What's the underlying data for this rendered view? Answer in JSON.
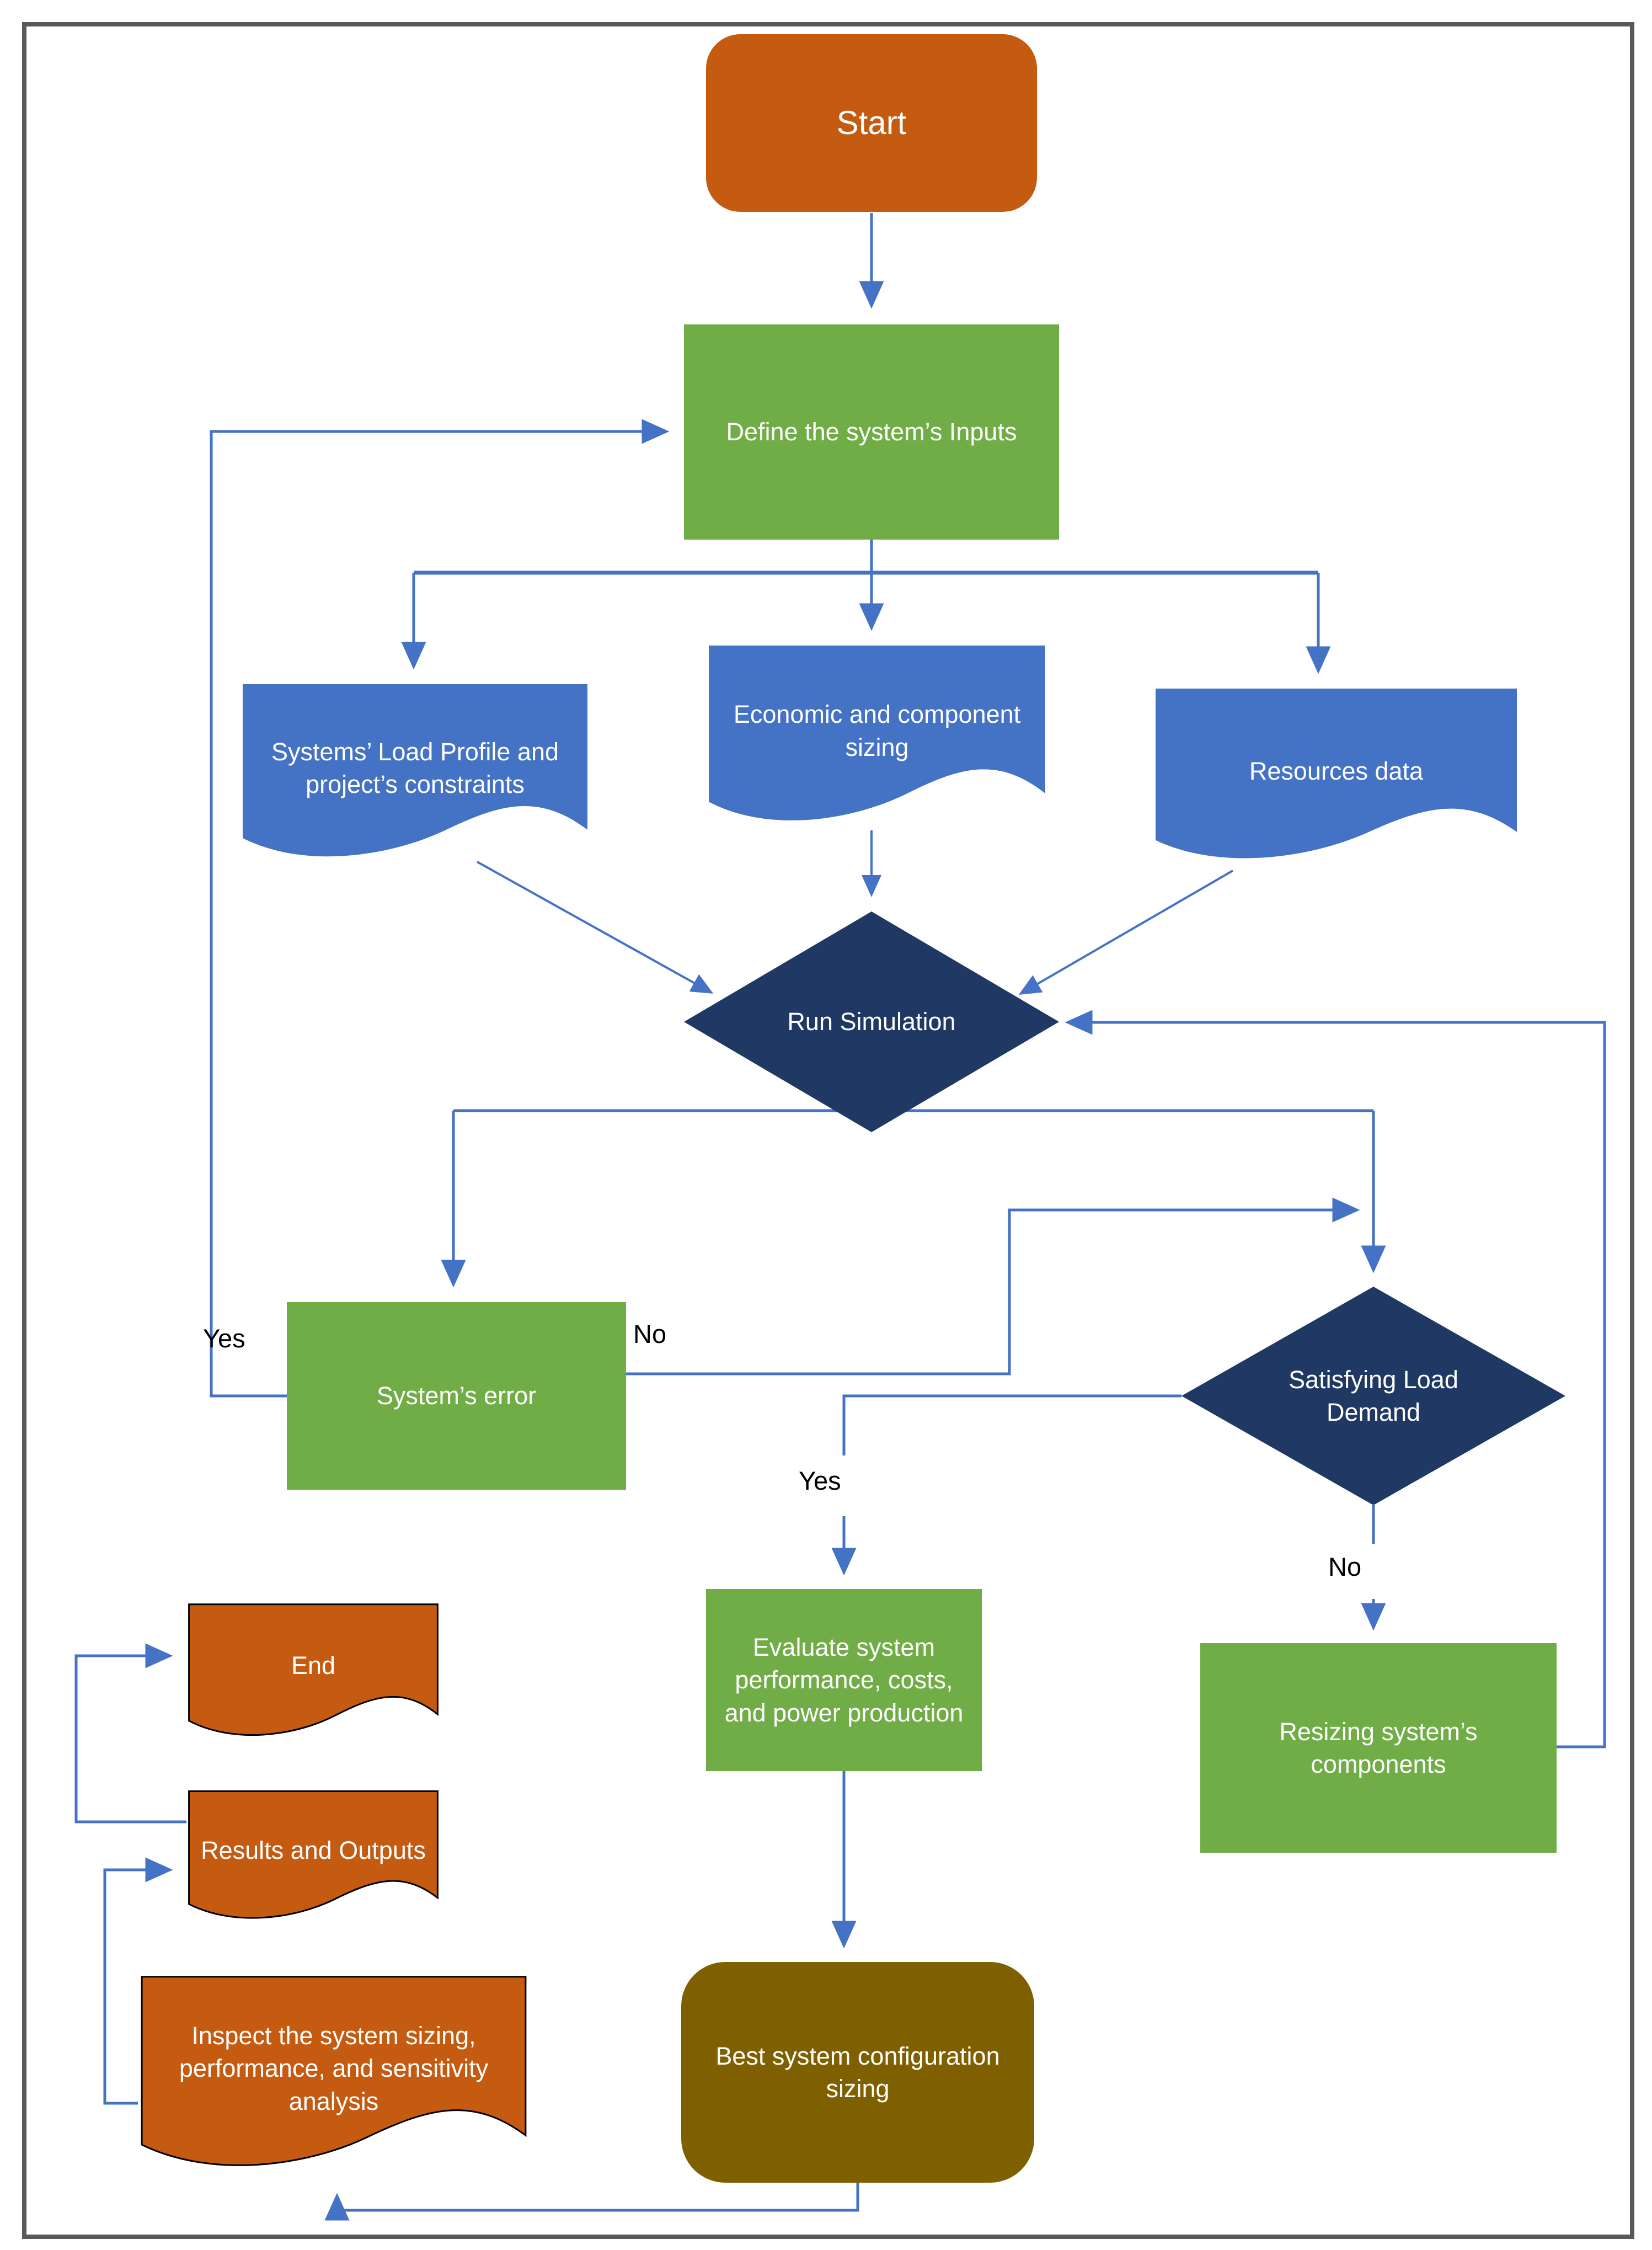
{
  "diagram": {
    "type": "flowchart",
    "nodes": {
      "start": {
        "label": "Start",
        "shape": "rounded-rectangle",
        "color": "#C55A11"
      },
      "define_inputs": {
        "label": "Define the system’s Inputs",
        "shape": "process",
        "color": "#70AD47"
      },
      "load_profile": {
        "label": "Systems’ Load Profile and project’s constraints",
        "shape": "document",
        "color": "#4472C4"
      },
      "economic_sizing": {
        "label": "Economic and component sizing",
        "shape": "document",
        "color": "#4472C4"
      },
      "resources_data": {
        "label": "Resources data",
        "shape": "document",
        "color": "#4472C4"
      },
      "run_simulation": {
        "label": "Run Simulation",
        "shape": "decision",
        "color": "#1F3864"
      },
      "system_error": {
        "label": "System’s error",
        "shape": "process",
        "color": "#70AD47"
      },
      "satisfying_load": {
        "label": "Satisfying Load Demand",
        "shape": "decision",
        "color": "#1F3864"
      },
      "evaluate": {
        "label": "Evaluate system performance, costs, and power production",
        "shape": "process",
        "color": "#70AD47"
      },
      "resizing": {
        "label": "Resizing system’s components",
        "shape": "process",
        "color": "#70AD47"
      },
      "best_config": {
        "label": "Best system configuration sizing",
        "shape": "rounded-rectangle",
        "color": "#7F6000"
      },
      "end": {
        "label": "End",
        "shape": "document",
        "color": "#C55A11"
      },
      "results_outputs": {
        "label": "Results and Outputs",
        "shape": "document",
        "color": "#C55A11"
      },
      "inspect": {
        "label": "Inspect the system sizing, performance, and sensitivity analysis",
        "shape": "document",
        "color": "#C55A11"
      }
    },
    "edge_labels": {
      "system_error_yes": "Yes",
      "system_error_no": "No",
      "satisfying_yes": "Yes",
      "satisfying_no": "No"
    },
    "colors": {
      "process_green": "#70AD47",
      "terminator_orange": "#C55A11",
      "document_blue": "#4472C4",
      "decision_navy": "#1F3864",
      "best_olive": "#7F6000",
      "connector_blue": "#4472C4",
      "page_border_gray": "#595959",
      "shape_text": "#FFFFFF",
      "edge_label_text": "#000000"
    }
  }
}
